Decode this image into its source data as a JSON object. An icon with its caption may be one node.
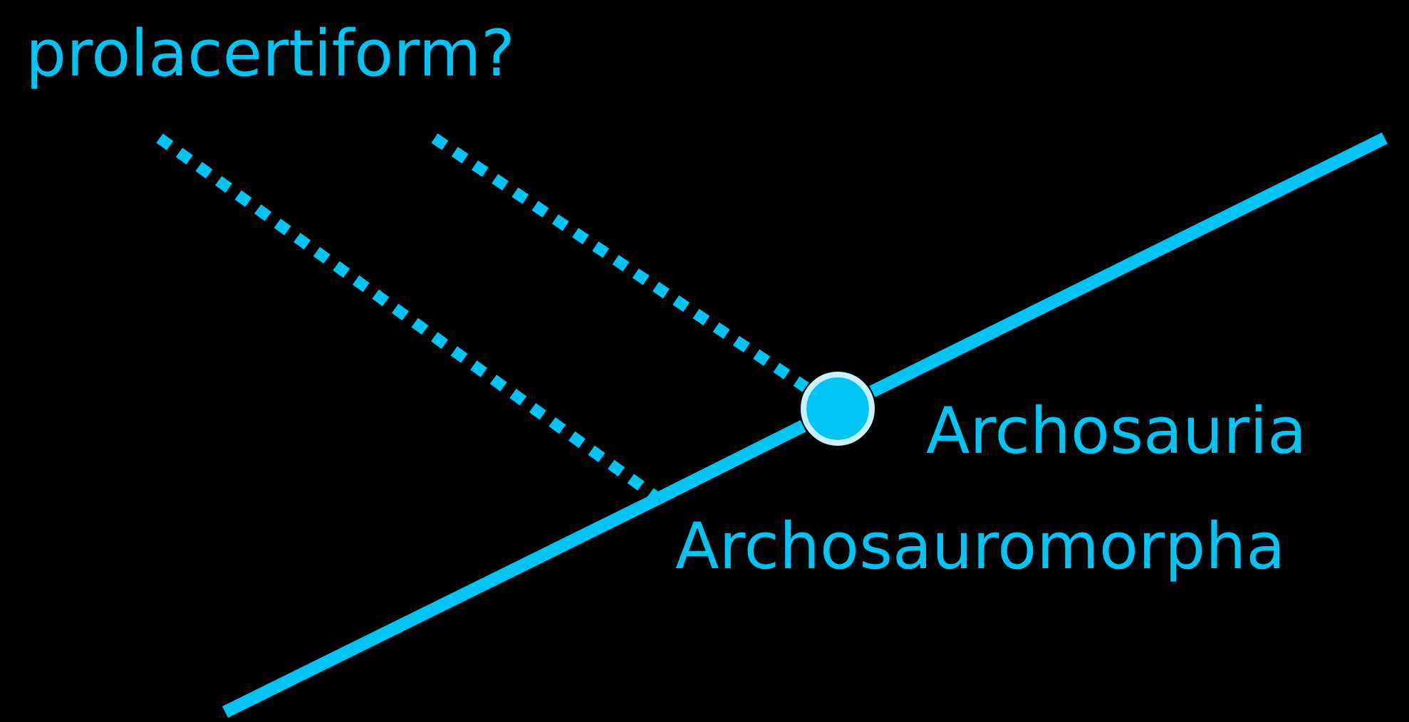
{
  "diagram": {
    "nodes": [
      {
        "text": [],
        "shape": "circle",
        "beside": [
          "Archosauria"
        ]
      },
      {
        "text": [
          "Archosauromorpha"
        ]
      }
    ],
    "edges": [
      {
        "from": null,
        "to": 1,
        "arrow": "none"
      },
      {
        "from": 1,
        "to": 0,
        "arrow": "none"
      },
      {
        "from": 0,
        "to": null,
        "arrow": "none"
      },
      {
        "from": null,
        "to": 1,
        "arrow": "none",
        "style": "dashed"
      },
      {
        "from": null,
        "to": 0,
        "arrow": "none",
        "style": "dashed"
      }
    ],
    "labels": [
      "prolacertiform?"
    ]
  }
}
